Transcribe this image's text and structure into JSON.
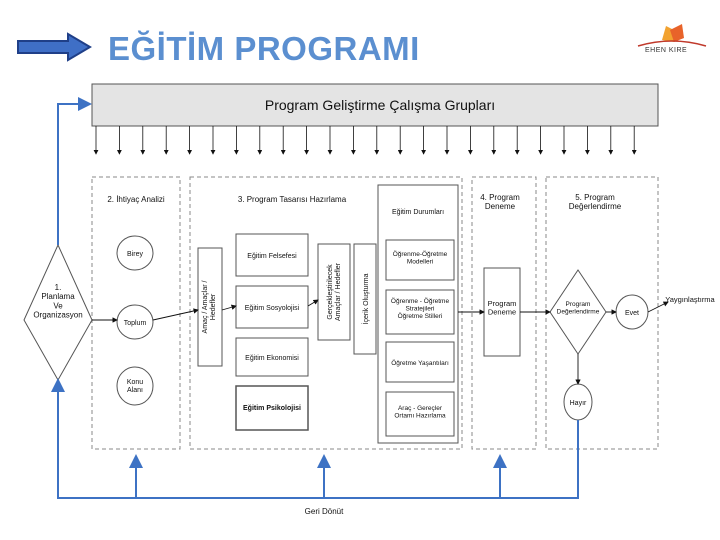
{
  "title": "EĞİTİM PROGRAMI",
  "logo": {
    "icon": "logo-icon",
    "text": "EHEN KIRE"
  },
  "colors": {
    "title": "#5b8fd0",
    "arrow": "#3f6fc6",
    "connector": "#3d72c4",
    "header_band": "#e4e4e4"
  },
  "diagram": {
    "header": "Program Geliştirme Çalışma Grupları",
    "start": "1.\nPlanlama\nVe\nOrganizasyon",
    "needs": {
      "title": "2. İhtiyaç Analizi",
      "items": [
        "Birey",
        "Toplum",
        "Konu\nAlanı"
      ]
    },
    "design": {
      "title": "3. Program Tasarısı Hazırlama",
      "vertical_1": "Amaç / Amaçlar /\nHedefler",
      "foundations": [
        "Eğitim Felsefesi",
        "Eğitim Sosyolojisi",
        "Eğitim Ekonomisi",
        "Eğitim Psikolojisi"
      ],
      "vertical_2": "Gerçekleştirilecek\nAmaçlar / Hedefler",
      "vertical_3": "İçerik Oluşturma",
      "situations_title": "Eğitim Durumları",
      "situations": [
        "Öğrenme-Öğretme\nModelleri",
        "Öğrenme - Öğretme\nStratejileri\nÖğretme Stilleri",
        "Öğretme Yaşantıları",
        "Araç - Gereçler\nOrtamı Hazırlama"
      ]
    },
    "trial": {
      "title": "4. Program\nDeneme",
      "box": "Program\nDeneme"
    },
    "evaluation": {
      "title": "5. Program\nDeğerlendirme",
      "decision": "Program\nDeğerlendirme",
      "yes": "Evet",
      "no": "Hayır",
      "output": "Yaygınlaştırma"
    },
    "feedback": "Geri Dönüt"
  }
}
